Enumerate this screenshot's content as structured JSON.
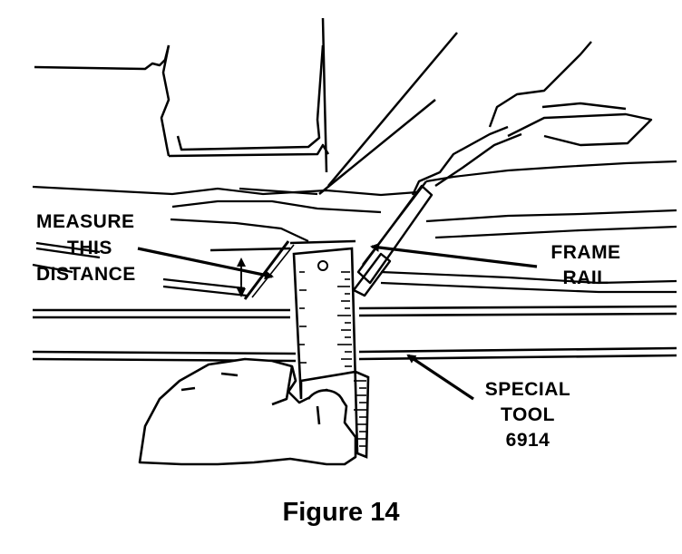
{
  "labels": {
    "measure_line1": "MEASURE",
    "measure_line2": "THIS",
    "measure_line3": "DISTANCE",
    "frame_line1": "FRAME",
    "frame_line2": "RAIL",
    "special_line1": "SPECIAL",
    "special_line2": "TOOL",
    "special_line3": "6914"
  },
  "caption": "Figure 14",
  "colors": {
    "ink": "#000000",
    "paper": "#ffffff"
  }
}
